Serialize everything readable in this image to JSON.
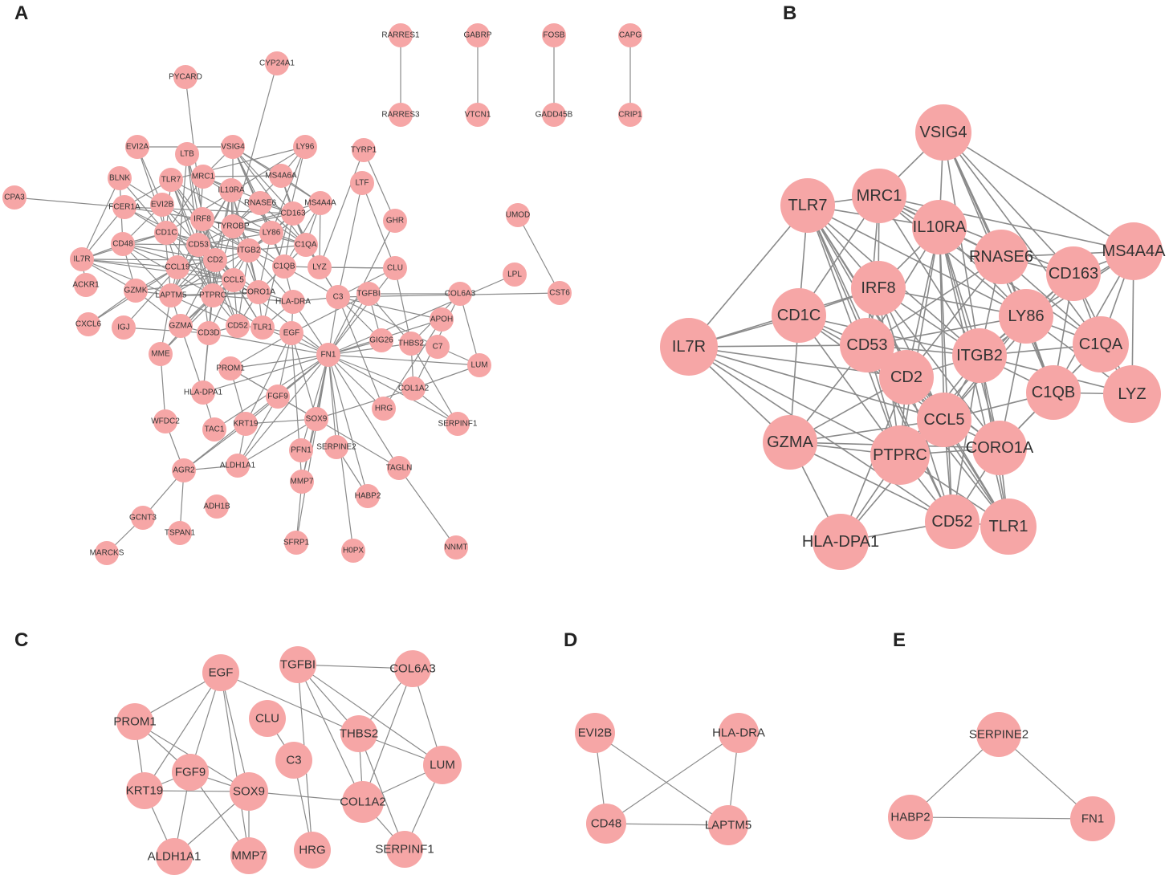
{
  "panels": [
    {
      "letter": "A",
      "nodes": [
        {
          "id": "RARRES1",
          "label": "RARRES1"
        },
        {
          "id": "RARRES3",
          "label": "RARRES3"
        },
        {
          "id": "GABRP",
          "label": "GABRP"
        },
        {
          "id": "VTCN1",
          "label": "VTCN1"
        },
        {
          "id": "FOSB",
          "label": "FOSB"
        },
        {
          "id": "GADD45B",
          "label": "GADD45B"
        },
        {
          "id": "CAPG",
          "label": "CAPG"
        },
        {
          "id": "CRIP1",
          "label": "CRIP1"
        },
        {
          "id": "PYCARD",
          "label": "PYCARD"
        },
        {
          "id": "CYP24A1",
          "label": "CYP24A1"
        },
        {
          "id": "EVI2A",
          "label": "EVI2A"
        },
        {
          "id": "LTB",
          "label": "LTB"
        },
        {
          "id": "VSIG4",
          "label": "VSIG4"
        },
        {
          "id": "LY96",
          "label": "LY96"
        },
        {
          "id": "TYRP1",
          "label": "TYRP1"
        },
        {
          "id": "BLNK",
          "label": "BLNK"
        },
        {
          "id": "TLR7",
          "label": "TLR7"
        },
        {
          "id": "MRC1",
          "label": "MRC1"
        },
        {
          "id": "MS4A6A",
          "label": "MS4A6A"
        },
        {
          "id": "LTF",
          "label": "LTF"
        },
        {
          "id": "CPA3",
          "label": "CPA3"
        },
        {
          "id": "FCER1A",
          "label": "FCER1A"
        },
        {
          "id": "EVI2B",
          "label": "EVI2B"
        },
        {
          "id": "IL10RA",
          "label": "IL10RA"
        },
        {
          "id": "RNASE6",
          "label": "RNASE6"
        },
        {
          "id": "MS4A4A",
          "label": "MS4A4A"
        },
        {
          "id": "UMOD",
          "label": "UMOD"
        },
        {
          "id": "IRF8",
          "label": "IRF8"
        },
        {
          "id": "CD163",
          "label": "CD163"
        },
        {
          "id": "GHR",
          "label": "GHR"
        },
        {
          "id": "CD1C",
          "label": "CD1C"
        },
        {
          "id": "TYROBP",
          "label": "TYROBP"
        },
        {
          "id": "LY86",
          "label": "LY86"
        },
        {
          "id": "CD48",
          "label": "CD48"
        },
        {
          "id": "CD53",
          "label": "CD53"
        },
        {
          "id": "C1QA",
          "label": "C1QA"
        },
        {
          "id": "IL7R",
          "label": "IL7R"
        },
        {
          "id": "ITGB2",
          "label": "ITGB2"
        },
        {
          "id": "CD2",
          "label": "CD2"
        },
        {
          "id": "C1QB",
          "label": "C1QB"
        },
        {
          "id": "LYZ",
          "label": "LYZ"
        },
        {
          "id": "CLU",
          "label": "CLU"
        },
        {
          "id": "LPL",
          "label": "LPL"
        },
        {
          "id": "CCL19",
          "label": "CCL19"
        },
        {
          "id": "ACKR1",
          "label": "ACKR1"
        },
        {
          "id": "CCL5",
          "label": "CCL5"
        },
        {
          "id": "CST6",
          "label": "CST6"
        },
        {
          "id": "GZMK",
          "label": "GZMK"
        },
        {
          "id": "LAPTM5",
          "label": "LAPTM5"
        },
        {
          "id": "PTPRC",
          "label": "PTPRC"
        },
        {
          "id": "CORO1A",
          "label": "CORO1A"
        },
        {
          "id": "HLA-DRA",
          "label": "HLA-DRA"
        },
        {
          "id": "C3",
          "label": "C3"
        },
        {
          "id": "TGFBI",
          "label": "TGFBI"
        },
        {
          "id": "COL6A3",
          "label": "COL6A3"
        },
        {
          "id": "CXCL6",
          "label": "CXCL6"
        },
        {
          "id": "IGJ",
          "label": "IGJ"
        },
        {
          "id": "GZMA",
          "label": "GZMA"
        },
        {
          "id": "CD3D",
          "label": "CD3D"
        },
        {
          "id": "CD52",
          "label": "CD52"
        },
        {
          "id": "TLR1",
          "label": "TLR1"
        },
        {
          "id": "APOH",
          "label": "APOH"
        },
        {
          "id": "EGF",
          "label": "EGF"
        },
        {
          "id": "GIG26",
          "label": "GIG26"
        },
        {
          "id": "THBS2",
          "label": "THBS2"
        },
        {
          "id": "C7",
          "label": "C7"
        },
        {
          "id": "MME",
          "label": "MME"
        },
        {
          "id": "FN1",
          "label": "FN1"
        },
        {
          "id": "PROM1",
          "label": "PROM1"
        },
        {
          "id": "LUM",
          "label": "LUM"
        },
        {
          "id": "HLA-DPA1",
          "label": "HLA-DPA1"
        },
        {
          "id": "COL1A2",
          "label": "COL1A2"
        },
        {
          "id": "FGF9",
          "label": "FGF9"
        },
        {
          "id": "WFDC2",
          "label": "WFDC2"
        },
        {
          "id": "KRT19",
          "label": "KRT19"
        },
        {
          "id": "SOX9",
          "label": "SOX9"
        },
        {
          "id": "HRG",
          "label": "HRG"
        },
        {
          "id": "SERPINF1",
          "label": "SERPINF1"
        },
        {
          "id": "TAC1",
          "label": "TAC1"
        },
        {
          "id": "PFN1",
          "label": "PFN1"
        },
        {
          "id": "SERPINE2",
          "label": "SERPINE2"
        },
        {
          "id": "AGR2",
          "label": "AGR2"
        },
        {
          "id": "ALDH1A1",
          "label": "ALDH1A1"
        },
        {
          "id": "TAGLN",
          "label": "TAGLN"
        },
        {
          "id": "MMP7",
          "label": "MMP7"
        },
        {
          "id": "HABP2",
          "label": "HABP2"
        },
        {
          "id": "GCNT3",
          "label": "GCNT3"
        },
        {
          "id": "ADH1B",
          "label": "ADH1B"
        },
        {
          "id": "TSPAN1",
          "label": "TSPAN1"
        },
        {
          "id": "SFRP1",
          "label": "SFRP1"
        },
        {
          "id": "HOPX",
          "label": "H0PX"
        },
        {
          "id": "NNMT",
          "label": "NNMT"
        },
        {
          "id": "MARCKS",
          "label": "MARCKS"
        }
      ]
    },
    {
      "letter": "B",
      "nodes": [
        {
          "id": "VSIG4",
          "label": "VSIG4"
        },
        {
          "id": "TLR7",
          "label": "TLR7"
        },
        {
          "id": "MRC1",
          "label": "MRC1"
        },
        {
          "id": "IL10RA",
          "label": "IL10RA"
        },
        {
          "id": "RNASE6",
          "label": "RNASE6"
        },
        {
          "id": "MS4A4A",
          "label": "MS4A4A"
        },
        {
          "id": "CD163",
          "label": "CD163"
        },
        {
          "id": "IRF8",
          "label": "IRF8"
        },
        {
          "id": "CD1C",
          "label": "CD1C"
        },
        {
          "id": "LY86",
          "label": "LY86"
        },
        {
          "id": "IL7R",
          "label": "IL7R"
        },
        {
          "id": "CD53",
          "label": "CD53"
        },
        {
          "id": "ITGB2",
          "label": "ITGB2"
        },
        {
          "id": "C1QA",
          "label": "C1QA"
        },
        {
          "id": "CD2",
          "label": "CD2"
        },
        {
          "id": "C1QB",
          "label": "C1QB"
        },
        {
          "id": "LYZ",
          "label": "LYZ"
        },
        {
          "id": "CCL5",
          "label": "CCL5"
        },
        {
          "id": "GZMA",
          "label": "GZMA"
        },
        {
          "id": "CORO1A",
          "label": "CORO1A"
        },
        {
          "id": "PTPRC",
          "label": "PTPRC"
        },
        {
          "id": "CD52",
          "label": "CD52"
        },
        {
          "id": "TLR1",
          "label": "TLR1"
        },
        {
          "id": "HLA-DPA1",
          "label": "HLA-DPA1"
        }
      ]
    },
    {
      "letter": "C",
      "nodes": [
        {
          "id": "EGF",
          "label": "EGF"
        },
        {
          "id": "TGFBI",
          "label": "TGFBI"
        },
        {
          "id": "COL6A3",
          "label": "COL6A3"
        },
        {
          "id": "PROM1",
          "label": "PROM1"
        },
        {
          "id": "CLU",
          "label": "CLU"
        },
        {
          "id": "THBS2",
          "label": "THBS2"
        },
        {
          "id": "C3",
          "label": "C3"
        },
        {
          "id": "FGF9",
          "label": "FGF9"
        },
        {
          "id": "LUM",
          "label": "LUM"
        },
        {
          "id": "KRT19",
          "label": "KRT19"
        },
        {
          "id": "SOX9",
          "label": "SOX9"
        },
        {
          "id": "COL1A2",
          "label": "COL1A2"
        },
        {
          "id": "HRG",
          "label": "HRG"
        },
        {
          "id": "ALDH1A1",
          "label": "ALDH1A1"
        },
        {
          "id": "MMP7",
          "label": "MMP7"
        },
        {
          "id": "SERPINF1",
          "label": "SERPINF1"
        }
      ]
    },
    {
      "letter": "D",
      "nodes": [
        {
          "id": "EVI2B",
          "label": "EVI2B"
        },
        {
          "id": "HLA-DRA",
          "label": "HLA-DRA"
        },
        {
          "id": "CD48",
          "label": "CD48"
        },
        {
          "id": "LAPTM5",
          "label": "LAPTM5"
        }
      ]
    },
    {
      "letter": "E",
      "nodes": [
        {
          "id": "SERPINE2",
          "label": "SERPINE2"
        },
        {
          "id": "HABP2",
          "label": "HABP2"
        },
        {
          "id": "FN1",
          "label": "FN1"
        }
      ]
    }
  ]
}
